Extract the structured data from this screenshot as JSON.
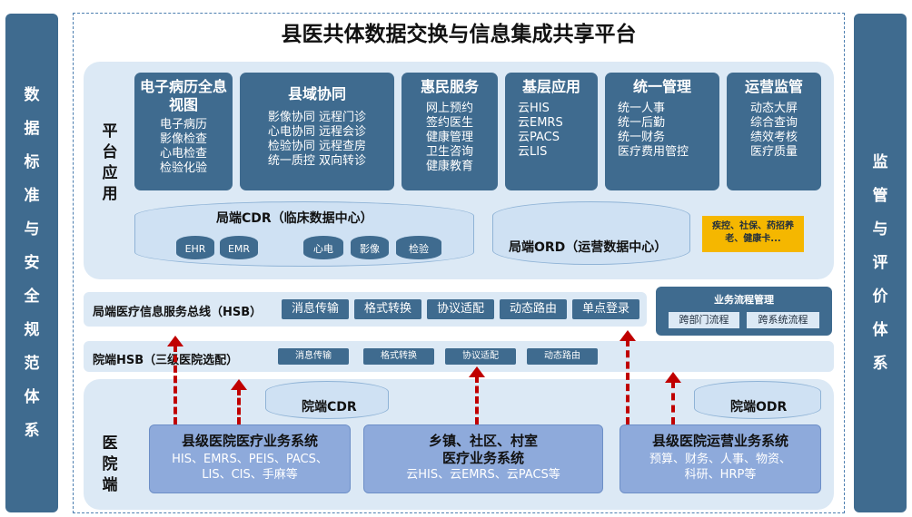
{
  "title": "县医共体数据交换与信息集成共享平台",
  "left_bar": "数据标准与安全规范体系",
  "right_bar": "监管与评价体系",
  "platform_label": "平台应用",
  "hospital_label": "医院端",
  "apps": [
    {
      "title": "电子病历全息视图",
      "items": [
        "电子病历",
        "影像检查",
        "心电检查",
        "检验化验"
      ]
    },
    {
      "title": "县域协同",
      "items": [
        "影像协同  远程门诊",
        "心电协同  远程会诊",
        "检验协同  远程查房",
        "统一质控  双向转诊"
      ]
    },
    {
      "title": "惠民服务",
      "items": [
        "网上预约",
        "签约医生",
        "健康管理",
        "卫生咨询",
        "健康教育"
      ]
    },
    {
      "title": "基层应用",
      "items": [
        "云HIS",
        "云EMRS",
        "云PACS",
        "云LIS"
      ]
    },
    {
      "title": "统一管理",
      "items": [
        "统一人事",
        "统一后勤",
        "统一财务",
        "医疗费用管控"
      ]
    },
    {
      "title": "运营监管",
      "items": [
        "动态大屏",
        "综合查询",
        "绩效考核",
        "医疗质量"
      ]
    }
  ],
  "cdr_label": "局端CDR（临床数据中心）",
  "cdr_items": [
    "EHR",
    "EMR",
    "心电",
    "影像",
    "检验"
  ],
  "ord_label": "局端ORD（运营数据中心）",
  "orange_note": "疾控、社保、药招养老、健康卡...",
  "hsb_label": "局端医疗信息服务总线（HSB）",
  "hsb_items": [
    "消息传输",
    "格式转换",
    "协议适配",
    "动态路由",
    "单点登录"
  ],
  "flow_mgmt": {
    "title": "业务流程管理",
    "items": [
      "跨部门流程",
      "跨系统流程"
    ]
  },
  "yd_label": "院端HSB（三级医院选配）",
  "yd_items": [
    "消息传输",
    "格式转换",
    "协议适配",
    "动态路由"
  ],
  "yd_cdr": "院端CDR",
  "yd_odr": "院端ODR",
  "systems": [
    {
      "title": "县级医院医疗业务系统",
      "sub": [
        "HIS、EMRS、PEIS、PACS、",
        "LIS、CIS、手麻等"
      ]
    },
    {
      "title": "乡镇、社区、村室",
      "title2": "医疗业务系统",
      "sub": [
        "云HIS、云EMRS、云PACS等"
      ]
    },
    {
      "title": "县级医院运营业务系统",
      "sub": [
        "预算、财务、人事、物资、",
        "科研、HRP等"
      ]
    }
  ],
  "colors": {
    "dark_blue": "#3f6b8f",
    "light_blue": "#dce9f5",
    "sys_blue": "#8eaadb",
    "arrow_red": "#c00000",
    "orange": "#f5b700"
  }
}
